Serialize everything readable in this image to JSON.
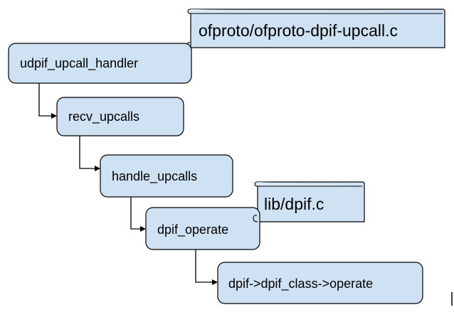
{
  "nodes": {
    "udpif_upcall_handler": "udpif_upcall_handler",
    "recv_upcalls": "recv_upcalls",
    "handle_upcalls": "handle_upcalls",
    "dpif_operate": "dpif_operate",
    "dpif_class_operate": "dpif->dpif_class->operate"
  },
  "files": {
    "ofproto_file": "ofproto/ofproto-dpif-upcall.c",
    "lib_file": "lib/dpif.c"
  },
  "colors": {
    "node_fill": "#cfe2f3",
    "stroke": "#000000"
  }
}
